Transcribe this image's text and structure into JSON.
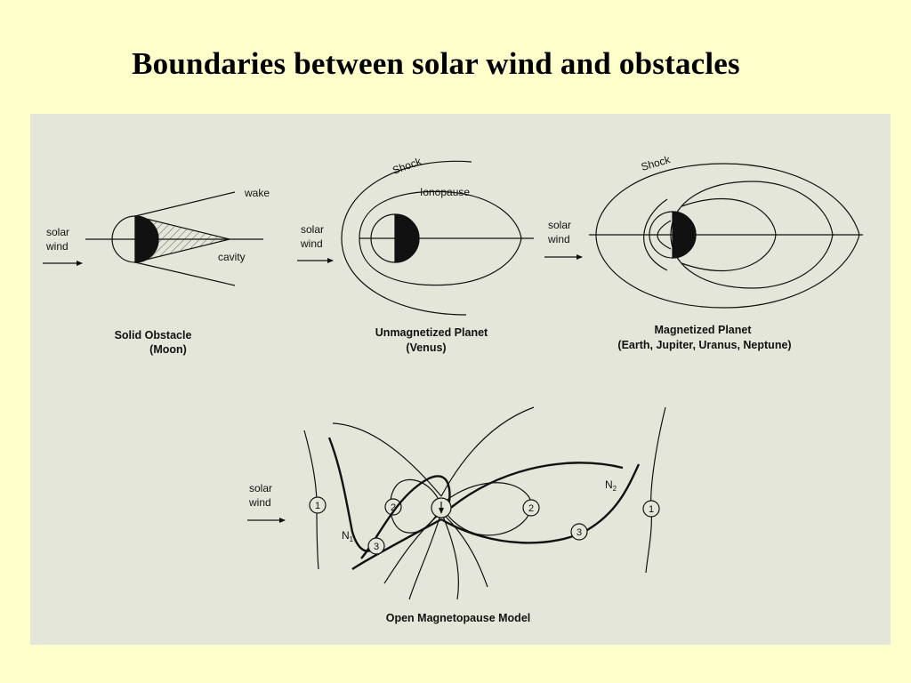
{
  "slide": {
    "title": "Boundaries between solar wind and obstacles"
  },
  "colors": {
    "background": "#ffffcc",
    "panel": "#e4e6d9",
    "ink": "#111111"
  },
  "panels": {
    "moon": {
      "solar_wind_line1": "solar",
      "solar_wind_line2": "wind",
      "wake": "wake",
      "cavity": "cavity",
      "caption_line1": "Solid Obstacle",
      "caption_line2": "(Moon)"
    },
    "venus": {
      "solar_wind_line1": "solar",
      "solar_wind_line2": "wind",
      "shock": "Shock",
      "ionopause": "Ionopause",
      "caption_line1": "Unmagnetized Planet",
      "caption_line2": "(Venus)"
    },
    "earth": {
      "solar_wind_line1": "solar",
      "solar_wind_line2": "wind",
      "shock": "Shock",
      "caption_line1": "Magnetized Planet",
      "caption_line2": "(Earth, Jupiter, Uranus, Neptune)"
    },
    "open_model": {
      "solar_wind_line1": "solar",
      "solar_wind_line2": "wind",
      "n1": "N",
      "n1_sub": "1",
      "n2": "N",
      "n2_sub": "2",
      "circle_1": "1",
      "circle_2": "2",
      "circle_3": "3",
      "caption": "Open Magnetopause Model"
    }
  }
}
